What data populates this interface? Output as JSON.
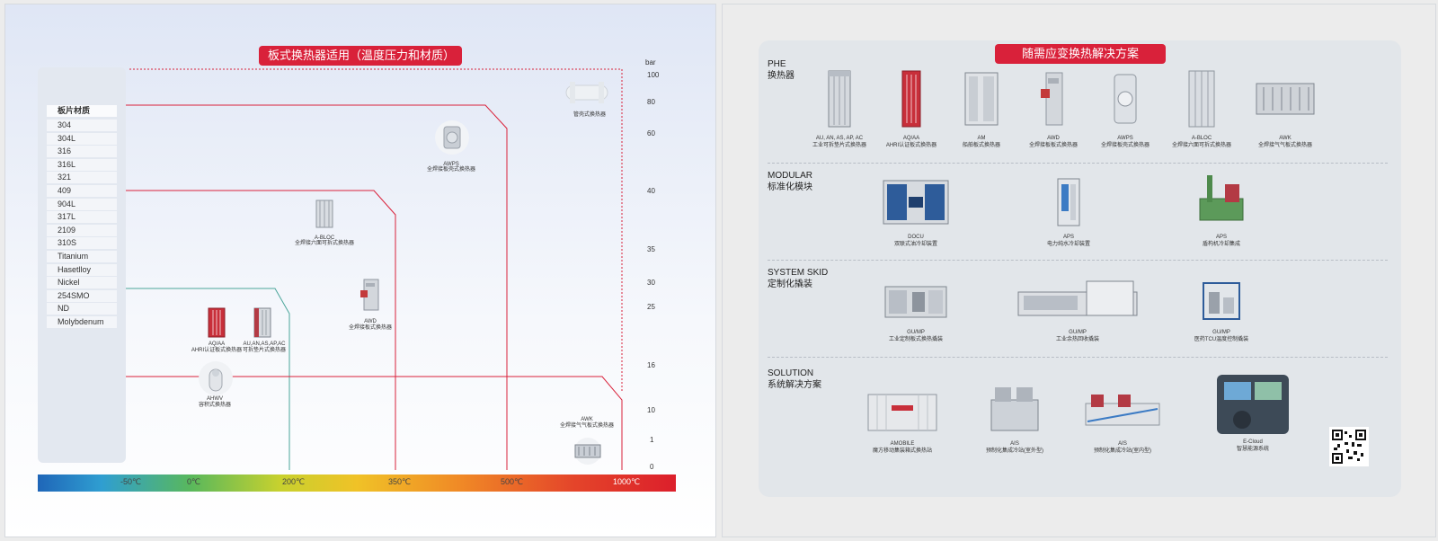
{
  "left": {
    "title": "板式换热器适用（温度压力和材质）",
    "unit": "bar",
    "materials_header": "板片材质",
    "materials": [
      "304",
      "304L",
      "316",
      "316L",
      "321",
      "409",
      "904L",
      "317L",
      "2109",
      "310S",
      "Titanium",
      "Hasetlloy",
      "Nickel",
      "254SMO",
      "ND",
      "Molybdenum"
    ],
    "pressure_ticks": [
      "100",
      "80",
      "60",
      "40",
      "35",
      "30",
      "25",
      "16",
      "10",
      "1",
      "0"
    ],
    "temperature_labels": [
      "-50℃",
      "0℃",
      "200℃",
      "350℃",
      "500℃",
      "1000℃"
    ],
    "products": {
      "awps": {
        "name": "AWPS",
        "desc": "全焊接板壳式换热器"
      },
      "tube": {
        "desc": "管壳式换热器"
      },
      "abloc": {
        "name": "A-BLOC",
        "desc": "全焊接六面可拆式换热器"
      },
      "awd": {
        "name": "AWD",
        "desc": "全焊接板式换热器"
      },
      "aqaa": {
        "name": "AQ/AA",
        "desc": "AHRI认证板式换热器"
      },
      "au": {
        "name": "AU,AN,AS,AP,AC",
        "desc": "可拆垫片式换热器"
      },
      "ahwv": {
        "name": "AHWV",
        "desc": "容积式换热器"
      },
      "awk": {
        "name": "AWK",
        "desc": "全焊接气气板式换热器"
      }
    }
  },
  "right": {
    "title": "随需应变换热解决方案",
    "sections": [
      {
        "en": "PHE",
        "cn": "换热器",
        "items": [
          {
            "name": "AU, AN, AS, AP, AC",
            "desc": "工业可拆垫片式换热器"
          },
          {
            "name": "AQ/AA",
            "desc": "AHRI认证板式换热器"
          },
          {
            "name": "AM",
            "desc": "船舶板式换热器"
          },
          {
            "name": "AWD",
            "desc": "全焊接板板式换热器"
          },
          {
            "name": "AWPS",
            "desc": "全焊接板壳式换热器"
          },
          {
            "name": "A-BLOC",
            "desc": "全焊接六面可拆式换热器"
          },
          {
            "name": "AWK",
            "desc": "全焊接气气板式换热器"
          }
        ]
      },
      {
        "en": "MODULAR",
        "cn": "标准化模块",
        "items": [
          {
            "name": "DOCU",
            "desc": "双联式油冷却装置"
          },
          {
            "name": "APS",
            "desc": "电力纯水冷却装置"
          },
          {
            "name": "APS",
            "desc": "盾构机冷却集成"
          }
        ]
      },
      {
        "en": "SYSTEM SKID",
        "cn": "定制化撬装",
        "items": [
          {
            "name": "GU/MP",
            "desc": "工业定制板式换热撬装"
          },
          {
            "name": "GU/MP",
            "desc": "工业余热回收撬装"
          },
          {
            "name": "GU/MP",
            "desc": "医药TCU温度控制撬装"
          }
        ]
      },
      {
        "en": "SOLUTION",
        "cn": "系统解决方案",
        "items": [
          {
            "name": "AMOBILE",
            "desc": "魔方移动集装箱式换热站"
          },
          {
            "name": "AIS",
            "desc": "预制化集成冷站(室外型)"
          },
          {
            "name": "AIS",
            "desc": "预制化集成冷站(室内型)"
          },
          {
            "name": "E-Cloud",
            "desc": "智慧能源系统"
          }
        ]
      }
    ]
  },
  "colors": {
    "brand_red": "#d9213a",
    "line_red": "#d9213a",
    "line_teal": "#4aa59a"
  }
}
